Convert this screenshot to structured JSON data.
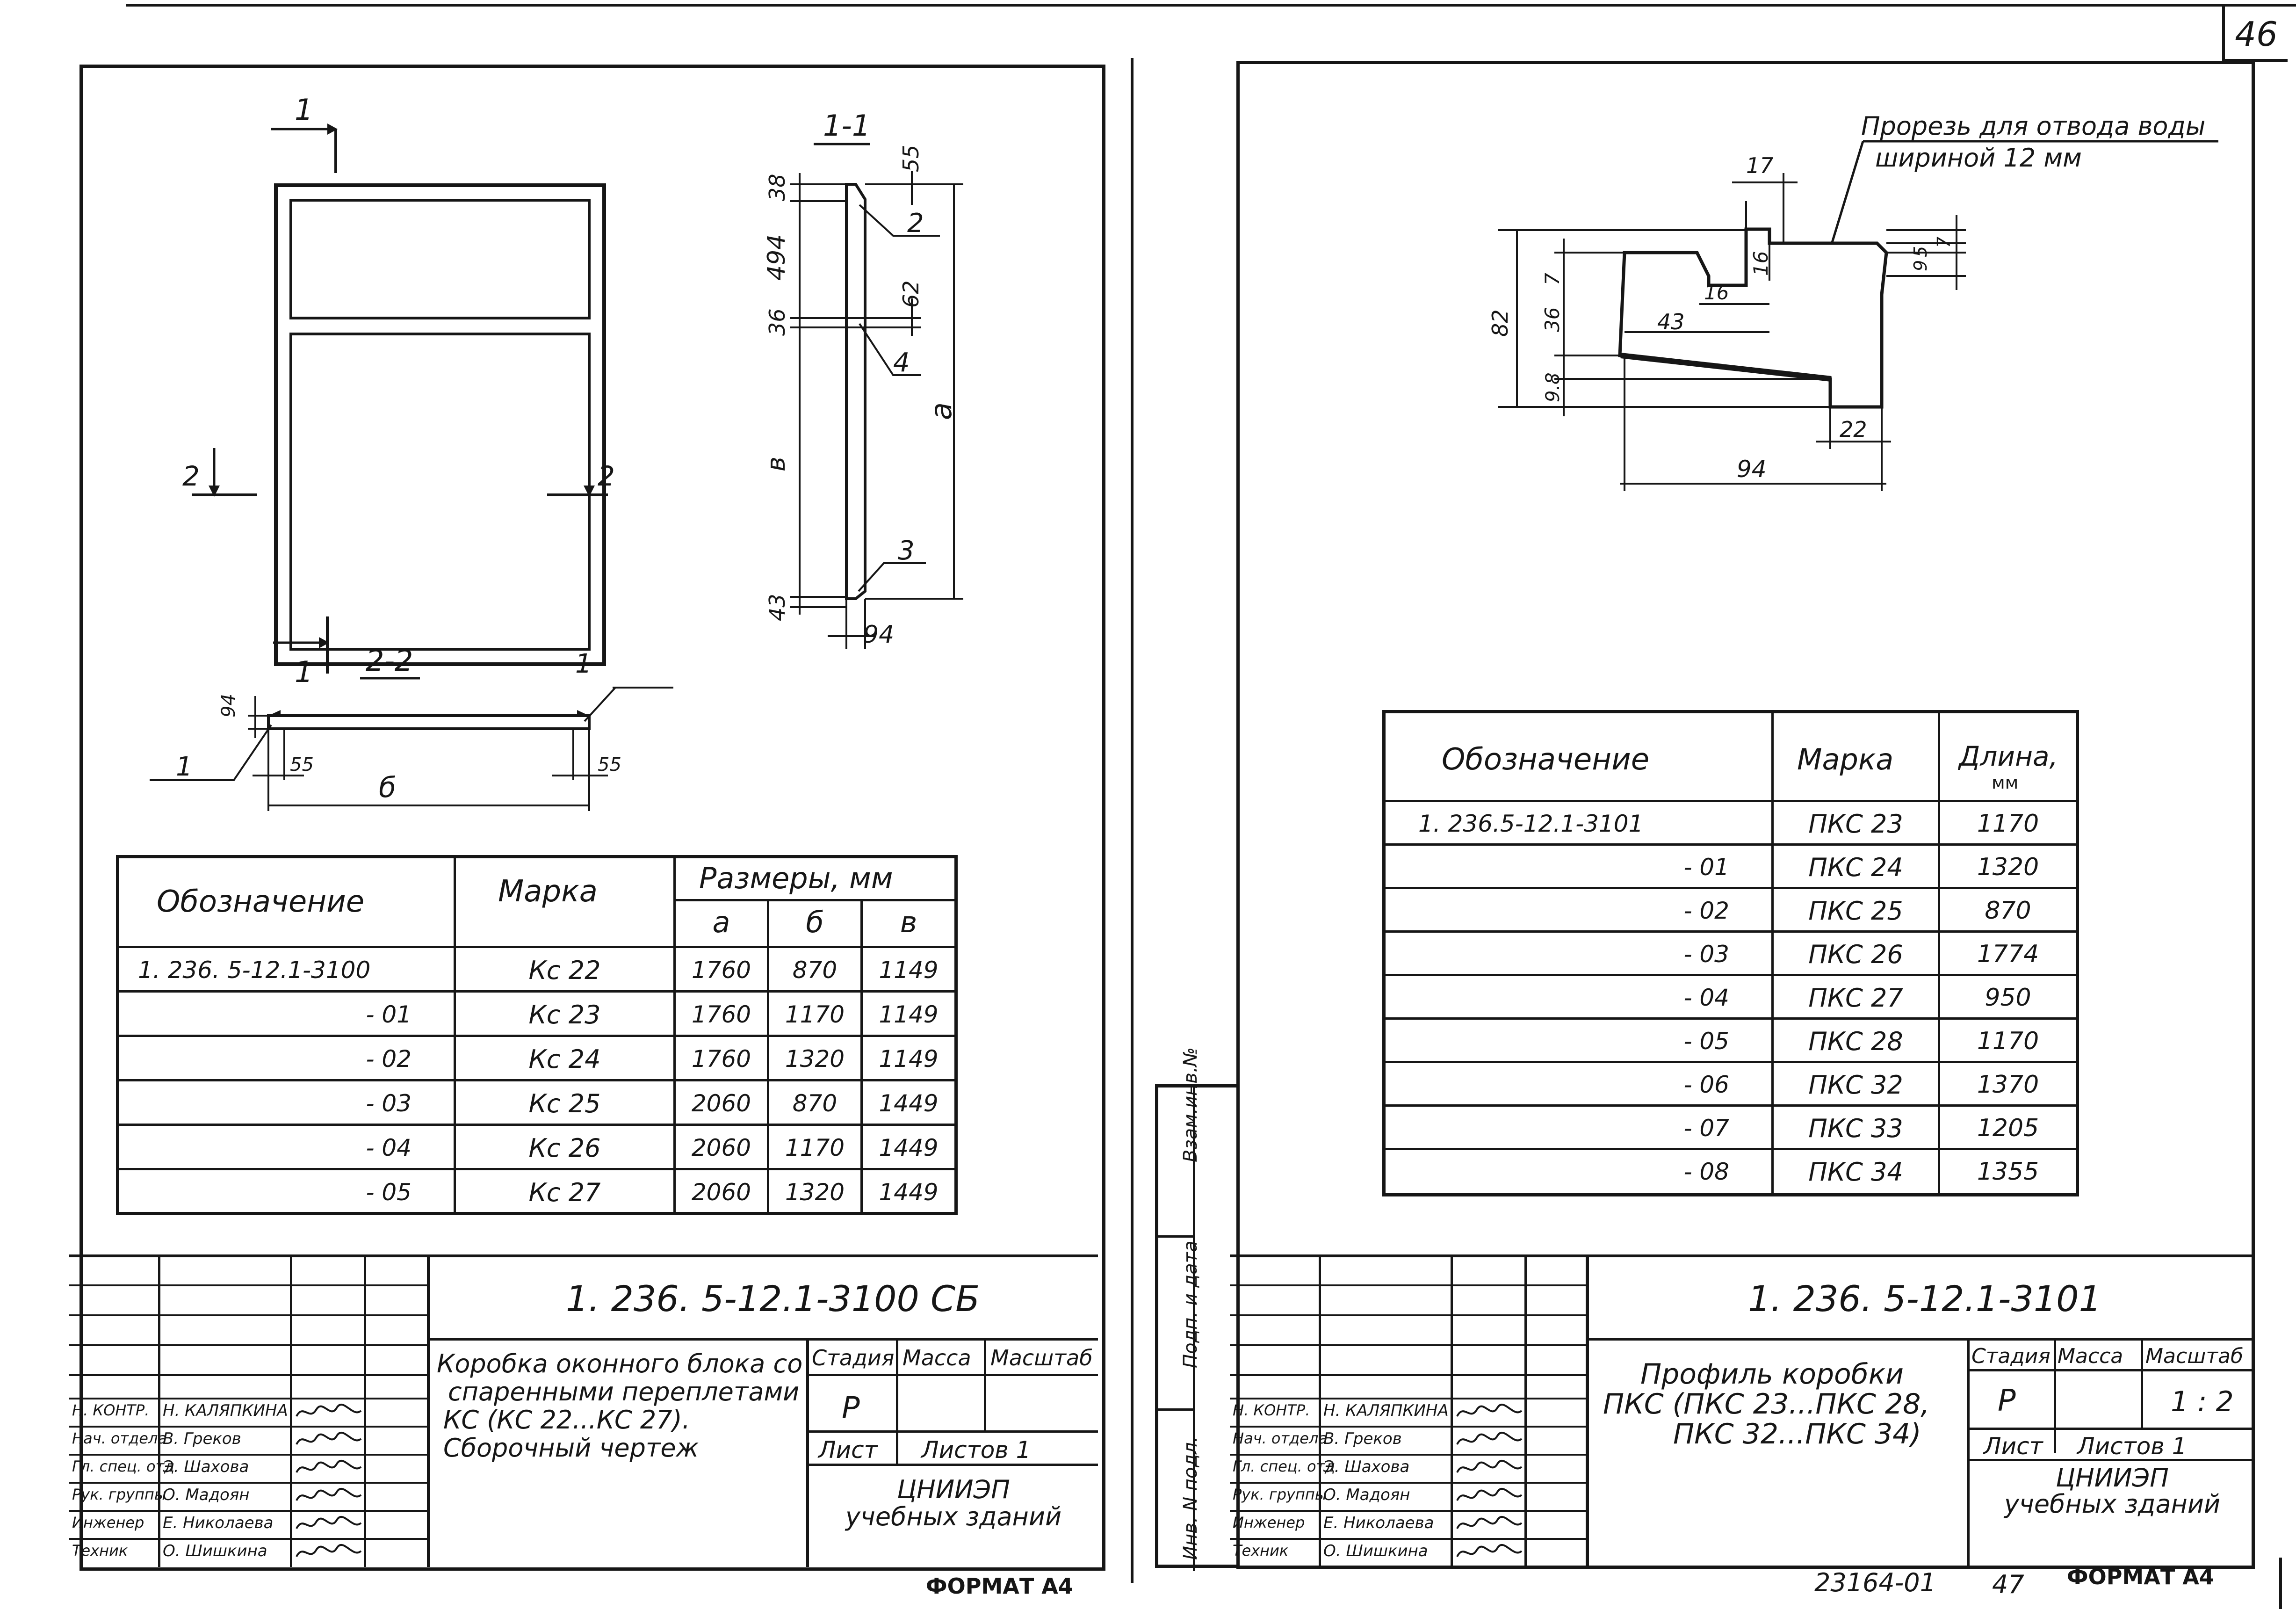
{
  "page": {
    "number": "46",
    "archive_number": "23164-01",
    "sheet_seq": "47"
  },
  "left_sheet": {
    "drawing": {
      "section_1_label": "1",
      "section_2_label": "2",
      "section_1_1_title": "1-1",
      "section_2_2_title": "2-2",
      "dims_1_1": [
        "38",
        "55",
        "494",
        "62",
        "36",
        "в",
        "a",
        "43",
        "94"
      ],
      "callouts_1_1": [
        "2",
        "4",
        "3"
      ],
      "dims_2_2": [
        "94",
        "55",
        "б",
        "55"
      ],
      "callouts_2_2": [
        "1",
        "1"
      ]
    },
    "table": {
      "headers": {
        "designation": "Обозначение",
        "mark": "Марка",
        "sizes": "Размеры, мм",
        "a": "a",
        "b": "б",
        "v": "в"
      },
      "rows": [
        [
          "1. 236. 5-12.1-3100",
          "Кс 22",
          "1760",
          "870",
          "1149"
        ],
        [
          "- 01",
          "Кс 23",
          "1760",
          "1170",
          "1149"
        ],
        [
          "- 02",
          "Кс 24",
          "1760",
          "1320",
          "1149"
        ],
        [
          "- 03",
          "Кс 25",
          "2060",
          "870",
          "1449"
        ],
        [
          "- 04",
          "Кс 26",
          "2060",
          "1170",
          "1449"
        ],
        [
          "- 05",
          "Кс 27",
          "2060",
          "1320",
          "1449"
        ]
      ]
    },
    "title_block": {
      "doc_code": "1. 236. 5-12.1-3100 СБ",
      "title_lines": [
        "Коробка оконного блока со",
        "спаренными переплетами",
        "КС (КС 22...КС 27).",
        "Сборочный  чертеж"
      ],
      "stage_label": "Стадия",
      "mass_label": "Масса",
      "scale_label": "Масштаб",
      "stage": "Р",
      "sheet_label": "Лист",
      "sheets_label": "Листов 1",
      "org_lines": [
        "ЦНИИЭП",
        "учебных  зданий"
      ],
      "signatures": [
        {
          "role": "Н. КОНТР.",
          "name": "Н. КАЛЯПКИНА"
        },
        {
          "role": "Нач. отдела",
          "name": "В. Греков"
        },
        {
          "role": "Гл. спец. отд",
          "name": "Э. Шахова"
        },
        {
          "role": "Рук. группы",
          "name": "О. Мадоян"
        },
        {
          "role": "Инженер",
          "name": "Е. Николаева"
        },
        {
          "role": "Техник",
          "name": "О. Шишкина"
        }
      ]
    },
    "format_label": "ФОРМАТ А4"
  },
  "right_sheet": {
    "drawing": {
      "note_lines": [
        "Прорезь для отвода воды",
        "шириной 12 мм"
      ],
      "dims": [
        "17",
        "16",
        "5",
        "9",
        "7",
        "7",
        "36",
        "82",
        "16",
        "43",
        "9.8",
        "22",
        "94"
      ]
    },
    "table": {
      "headers": {
        "designation": "Обозначение",
        "mark": "Марка",
        "length": "Длина,",
        "length_unit": "мм"
      },
      "rows": [
        [
          "1. 236.5-12.1-3101",
          "ПКС 23",
          "1170"
        ],
        [
          "- 01",
          "ПКС 24",
          "1320"
        ],
        [
          "- 02",
          "ПКС 25",
          "870"
        ],
        [
          "- 03",
          "ПКС 26",
          "1774"
        ],
        [
          "- 04",
          "ПКС 27",
          "950"
        ],
        [
          "- 05",
          "ПКС 28",
          "1170"
        ],
        [
          "- 06",
          "ПКС 32",
          "1370"
        ],
        [
          "- 07",
          "ПКС 33",
          "1205"
        ],
        [
          "- 08",
          "ПКС 34",
          "1355"
        ]
      ]
    },
    "side_stamp": [
      "Инв. N подл.",
      "Подп. и дата",
      "Взам.инв.№"
    ],
    "title_block": {
      "doc_code": "1. 236. 5-12.1-3101",
      "title_lines": [
        "Профиль коробки",
        "ПКС (ПКС 23...ПКС 28,",
        "ПКС 32...ПКС 34)"
      ],
      "stage_label": "Стадия",
      "mass_label": "Масса",
      "scale_label": "Масштаб",
      "stage": "Р",
      "scale": "1 : 2",
      "sheet_label": "Лист",
      "sheets_label": "Листов 1",
      "org_lines": [
        "ЦНИИЭП",
        "учебных  зданий"
      ],
      "signatures": [
        {
          "role": "Н. КОНТР.",
          "name": "Н. КАЛЯПКИНА"
        },
        {
          "role": "Нач. отдела",
          "name": "В. Греков"
        },
        {
          "role": "Гл. спец. отд",
          "name": "Э. Шахова"
        },
        {
          "role": "Рук. группы",
          "name": "О. Мадоян"
        },
        {
          "role": "Инженер",
          "name": "Е. Николаева"
        },
        {
          "role": "Техник",
          "name": "О. Шишкина"
        }
      ]
    },
    "format_label": "ФОРМАТ А4"
  }
}
